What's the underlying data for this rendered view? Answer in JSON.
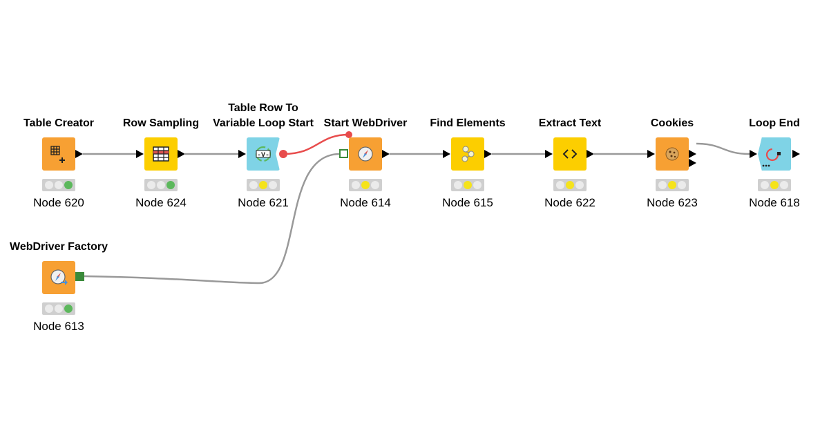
{
  "workflow": {
    "nodes": [
      {
        "id": "n620",
        "title": [
          "Table Creator"
        ],
        "label": "Node 620",
        "icon": "table-creator-icon",
        "color": "#f7a033",
        "status": [
          "off",
          "off",
          "green"
        ]
      },
      {
        "id": "n624",
        "title": [
          "Row Sampling"
        ],
        "label": "Node 624",
        "icon": "row-sampling-icon",
        "color": "#fcce00",
        "status": [
          "off",
          "off",
          "green"
        ]
      },
      {
        "id": "n621",
        "title": [
          "Table Row To",
          "Variable Loop Start"
        ],
        "label": "Node 621",
        "icon": "variable-loop-start-icon",
        "color": "#7fd3e6",
        "status": [
          "off",
          "yellow",
          "off"
        ]
      },
      {
        "id": "n614",
        "title": [
          "Start WebDriver"
        ],
        "label": "Node 614",
        "icon": "compass-icon",
        "color": "#f7a033",
        "status": [
          "off",
          "yellow",
          "off"
        ]
      },
      {
        "id": "n615",
        "title": [
          "Find Elements"
        ],
        "label": "Node 615",
        "icon": "find-elements-icon",
        "color": "#fcce00",
        "status": [
          "off",
          "yellow",
          "off"
        ]
      },
      {
        "id": "n622",
        "title": [
          "Extract Text"
        ],
        "label": "Node 622",
        "icon": "code-brackets-icon",
        "color": "#fcce00",
        "status": [
          "off",
          "yellow",
          "off"
        ]
      },
      {
        "id": "n623",
        "title": [
          "Cookies"
        ],
        "label": "Node 623",
        "icon": "cookie-icon",
        "color": "#f7a033",
        "status": [
          "off",
          "yellow",
          "off"
        ]
      },
      {
        "id": "n618",
        "title": [
          "Loop End"
        ],
        "label": "Node 618",
        "icon": "loop-end-icon",
        "color": "#7fd3e6",
        "status": [
          "off",
          "yellow",
          "off"
        ]
      },
      {
        "id": "n613",
        "title": [
          "WebDriver Factory"
        ],
        "label": "Node 613",
        "icon": "webdriver-factory-icon",
        "color": "#f7a033",
        "status": [
          "off",
          "off",
          "green"
        ]
      }
    ],
    "connections": [
      {
        "from": "n620",
        "to": "n624",
        "kind": "data",
        "color": "#999999"
      },
      {
        "from": "n624",
        "to": "n621",
        "kind": "data",
        "color": "#999999"
      },
      {
        "from": "n621",
        "to": "n614",
        "kind": "flow-variable",
        "color": "#e84c4c"
      },
      {
        "from": "n613",
        "to": "n614",
        "kind": "webdriver",
        "color": "#999999"
      },
      {
        "from": "n614",
        "to": "n615",
        "kind": "data",
        "color": "#999999"
      },
      {
        "from": "n615",
        "to": "n622",
        "kind": "data",
        "color": "#999999"
      },
      {
        "from": "n622",
        "to": "n623",
        "kind": "data",
        "color": "#999999"
      },
      {
        "from": "n623",
        "to": "n618",
        "kind": "data",
        "color": "#999999"
      }
    ]
  }
}
